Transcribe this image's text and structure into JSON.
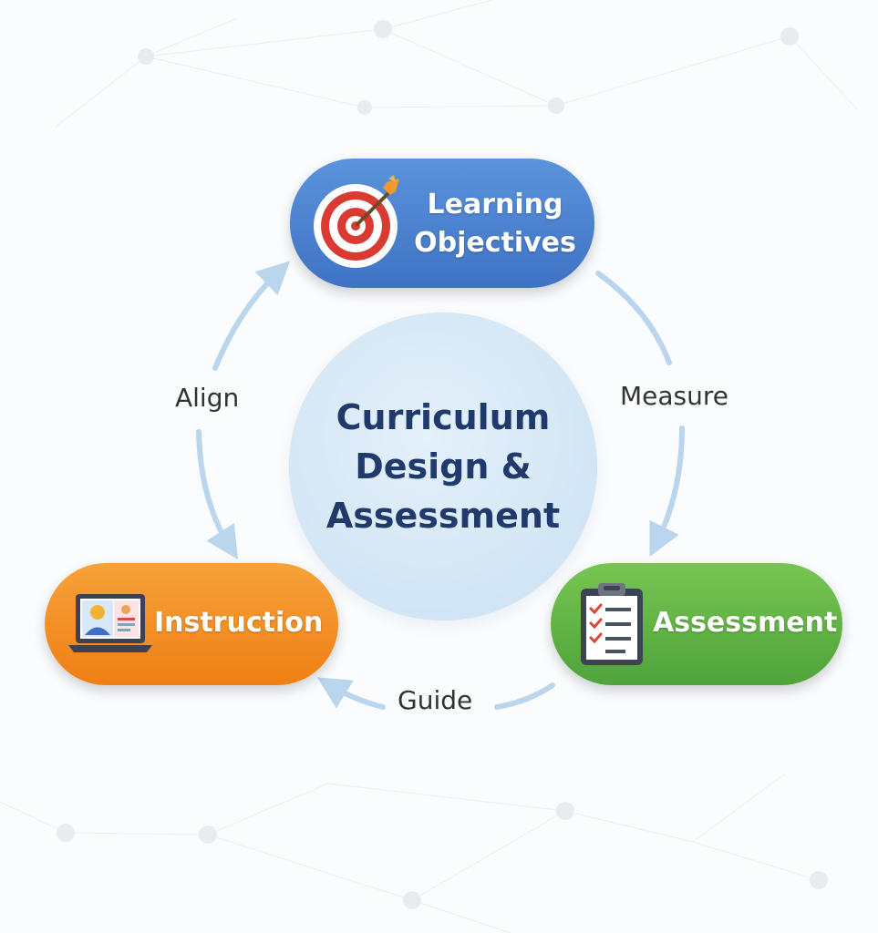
{
  "diagram": {
    "center": {
      "title": "Curriculum\nDesign &\nAssessment"
    },
    "nodes": {
      "objectives": {
        "label": "Learning\nObjectives",
        "icon": "target-arrow-icon",
        "color": "#4a7fd0"
      },
      "instruction": {
        "label": "Instruction",
        "icon": "laptop-video-call-icon",
        "color": "#f28b1e"
      },
      "assessment": {
        "label": "Assessment",
        "icon": "clipboard-checklist-icon",
        "color": "#5fb343"
      }
    },
    "edges": {
      "measure": "Measure",
      "guide": "Guide",
      "align": "Align"
    },
    "colors": {
      "center_text": "#1f3a6b",
      "arrow": "#b9d6ee",
      "background": "#fbfcfd"
    }
  }
}
